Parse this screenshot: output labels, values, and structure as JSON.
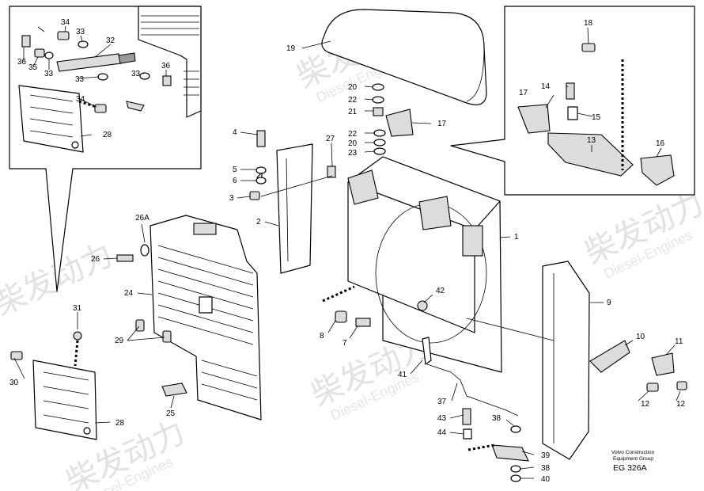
{
  "watermark": {
    "brand": "柴发动力",
    "subtitle": "Diesel-Engines"
  },
  "footer": {
    "line1": "Volvo Construction",
    "line2": "Equipment Group",
    "code": "EG 326A"
  },
  "callouts": {
    "l34a": "34",
    "l33a": "33",
    "l32": "32",
    "l36a": "36",
    "l35": "35",
    "l33b": "33",
    "l33c": "33",
    "l36b": "36",
    "l33d": "33",
    "l34b": "34",
    "l28a": "28",
    "l19": "19",
    "l20a": "20",
    "l22a": "22",
    "l21": "21",
    "l17a": "17",
    "l22b": "22",
    "l20b": "20",
    "l23": "23",
    "l18": "18",
    "l14": "14",
    "l17b": "17",
    "l15": "15",
    "l13": "13",
    "l16": "16",
    "l4": "4",
    "l27": "27",
    "l5": "5",
    "l6": "6",
    "l3": "3",
    "l2": "2",
    "l1": "1",
    "l26A": "26A",
    "l26": "26",
    "l24": "24",
    "l42": "42",
    "l9": "9",
    "l31": "31",
    "l8": "8",
    "l7": "7",
    "l29": "29",
    "l10": "10",
    "l11": "11",
    "l30": "30",
    "l41": "41",
    "l25": "25",
    "l37": "37",
    "l12a": "12",
    "l12b": "12",
    "l28b": "28",
    "l43": "43",
    "l38a": "38",
    "l44": "44",
    "l39": "39",
    "l38b": "38",
    "l40": "40"
  }
}
